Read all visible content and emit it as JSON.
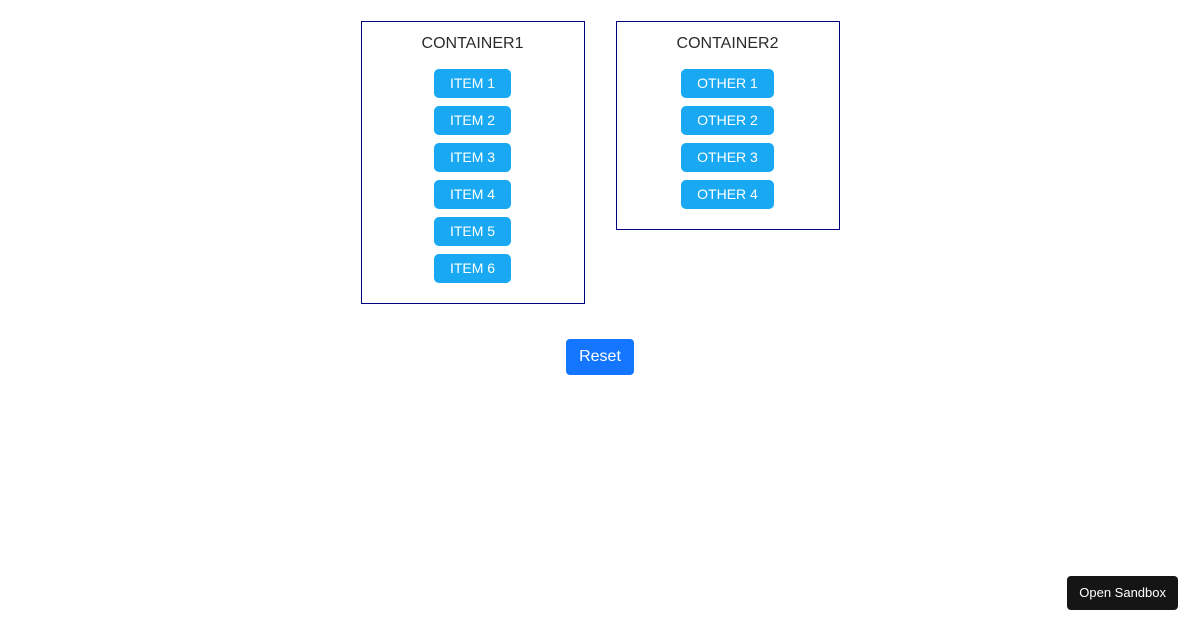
{
  "colors": {
    "container_border": "#000080",
    "item_button_bg": "#18a9f2",
    "reset_button_bg": "#1476ff",
    "open_sandbox_bg": "#151515",
    "title_text": "#2b2b2b",
    "button_text": "#ffffff",
    "page_bg": "#ffffff"
  },
  "containers": [
    {
      "title": "CONTAINER1",
      "items": [
        "ITEM 1",
        "ITEM 2",
        "ITEM 3",
        "ITEM 4",
        "ITEM 5",
        "ITEM 6"
      ]
    },
    {
      "title": "CONTAINER2",
      "items": [
        "OTHER 1",
        "OTHER 2",
        "OTHER 3",
        "OTHER 4"
      ]
    }
  ],
  "reset": {
    "label": "Reset"
  },
  "sandbox": {
    "open_label": "Open Sandbox"
  }
}
